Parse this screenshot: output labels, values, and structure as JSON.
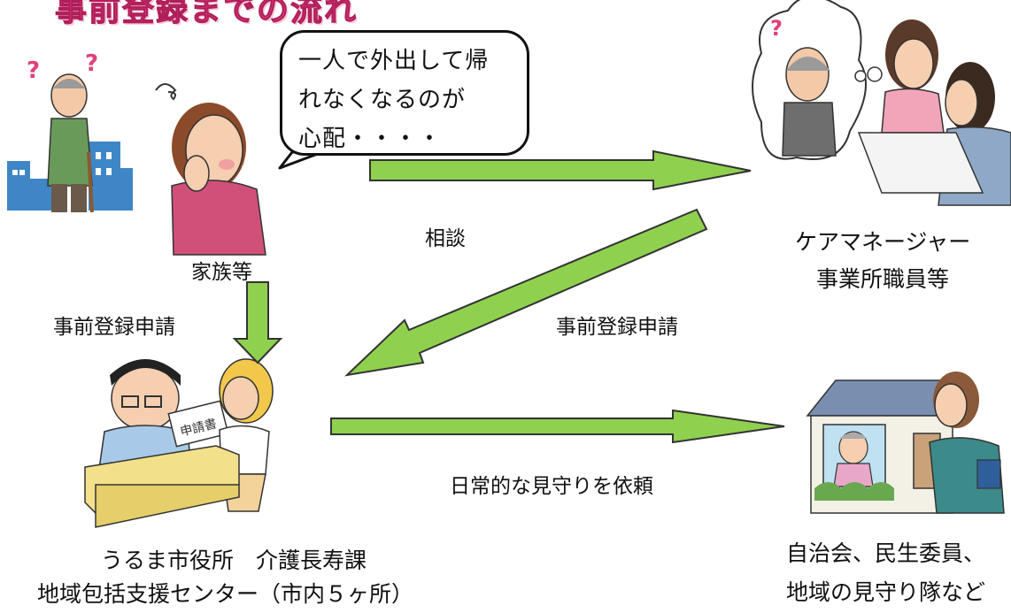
{
  "title": "事前登録までの流れ",
  "speech_bubble": {
    "lines": [
      "一人で外出して帰",
      "れなくなるのが",
      "心配・・・・"
    ]
  },
  "nodes": {
    "family": {
      "label": "家族等"
    },
    "care_manager": {
      "label_line1": "ケアマネージャー",
      "label_line2": "事業所職員等"
    },
    "city_office": {
      "label_line1": "うるま市役所　介護長寿課",
      "label_line2": "地域包括支援センター（市内５ヶ所）"
    },
    "community": {
      "label_line1": "自治会、民生委員、",
      "label_line2": "地域の見守り隊など"
    }
  },
  "edges": {
    "consult": "相談",
    "pre_registration_family": "事前登録申請",
    "pre_registration_care": "事前登録申請",
    "watch_request": "日常的な見守りを依頼"
  },
  "illustration_text": {
    "form": "申請書"
  },
  "colors": {
    "arrow_fill": "#8fd14f",
    "arrow_stroke": "#333333",
    "title": "#e0407a"
  }
}
